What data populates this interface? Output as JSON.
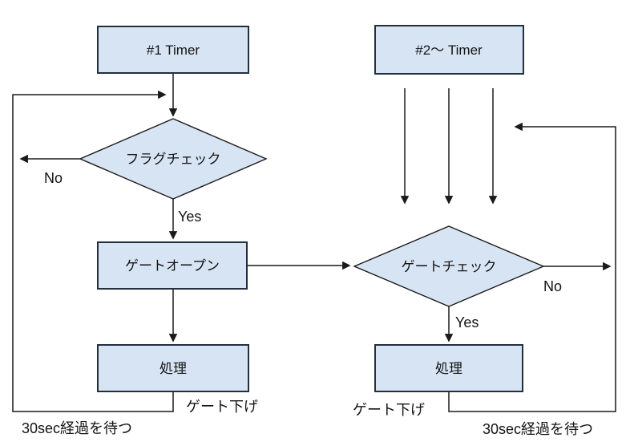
{
  "diagram": {
    "title": "timer-gate-flowchart",
    "colors": {
      "background": "#ffffff",
      "node_fill": "#d7e4f4",
      "node_border": "#22303e",
      "line": "#1a1a1a",
      "text": "#141414"
    },
    "nodes": {
      "timer1": {
        "label": "#1 Timer",
        "type": "process"
      },
      "timer2": {
        "label": "#2〜 Timer",
        "type": "process"
      },
      "flag_check": {
        "label": "フラグチェック",
        "type": "decision"
      },
      "gate_open": {
        "label": "ゲートオープン",
        "type": "process"
      },
      "process_left": {
        "label": "処理",
        "type": "process"
      },
      "gate_check": {
        "label": "ゲートチェック",
        "type": "decision"
      },
      "process_right": {
        "label": "処理",
        "type": "process"
      }
    },
    "labels": {
      "flag_check_no": "No",
      "flag_check_yes": "Yes",
      "gate_check_no": "No",
      "gate_check_yes": "Yes",
      "gate_down_left": "ゲート下げ",
      "gate_down_right": "ゲート下げ",
      "wait_left": "30sec経過を待つ",
      "wait_right": "30sec経過を待つ"
    }
  }
}
